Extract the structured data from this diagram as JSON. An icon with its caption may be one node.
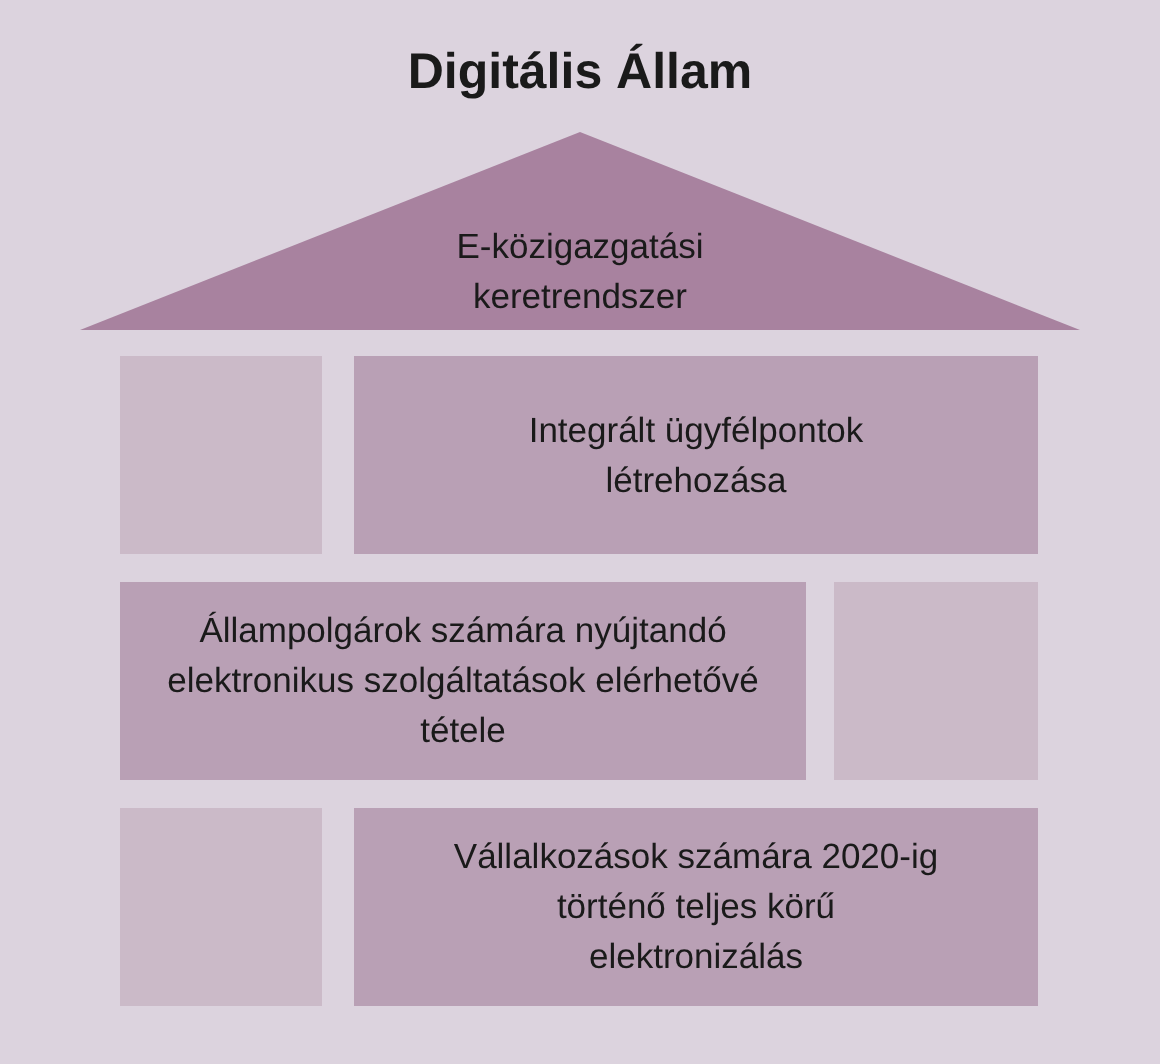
{
  "diagram": {
    "title": "Digitális Állam",
    "nodes": [
      {
        "text": [
          "E-közigazgatási keretrendszer"
        ]
      },
      {
        "text": [],
        "shape": "box"
      },
      {
        "text": [
          "Integrált ügyfélpontok létrehozása"
        ]
      },
      {
        "text": [
          "Állampolgárok számára nyújtandó elektronikus szolgáltatások elérhetővé tétele"
        ]
      },
      {
        "text": [],
        "shape": "box"
      },
      {
        "text": [],
        "shape": "box"
      },
      {
        "text": [
          "Vállalkozások számára 2020-ig történő teljes körű elektronizálás"
        ]
      }
    ],
    "edges": []
  }
}
